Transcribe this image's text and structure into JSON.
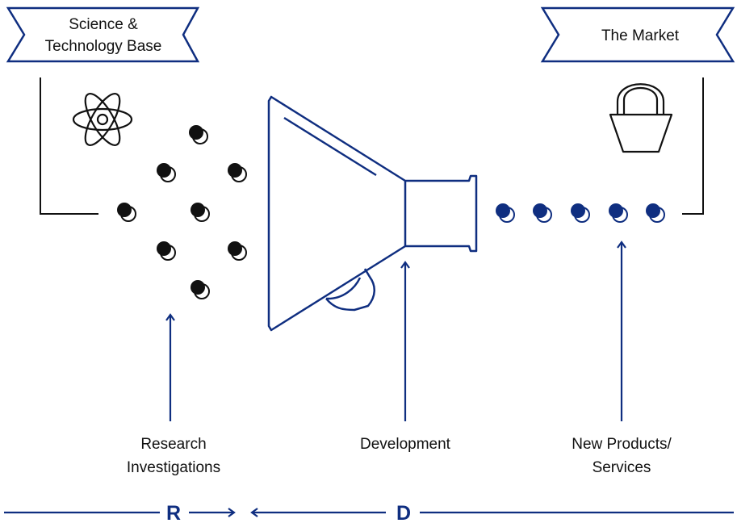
{
  "banners": {
    "left_line1": "Science &",
    "left_line2": "Technology Base",
    "right": "The Market"
  },
  "labels": {
    "research_line1": "Research",
    "research_line2": "Investigations",
    "development": "Development",
    "products_line1": "New Products/",
    "products_line2": "Services"
  },
  "axis": {
    "r_letter": "R",
    "d_letter": "D"
  },
  "icons": {
    "science": "atom-icon",
    "market": "shopping-basket-icon",
    "development": "megaphone-funnel-icon"
  },
  "colors": {
    "navy": "#0f2e80",
    "black": "#111111"
  }
}
